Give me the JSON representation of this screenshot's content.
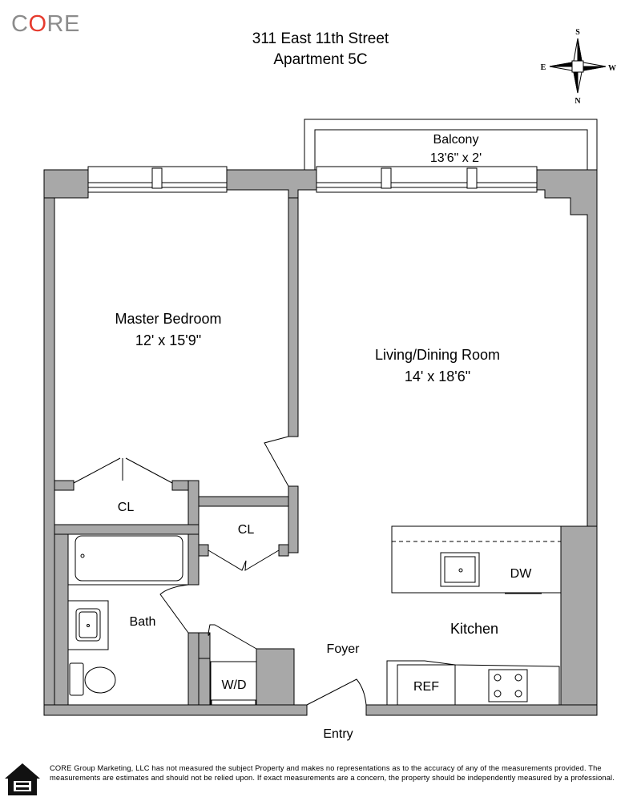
{
  "brand": {
    "logo_text": "CORE",
    "logo_parts": [
      "C",
      "O",
      "RE"
    ],
    "accent_color": "#e63b2e",
    "gray_color": "#8c8c8c"
  },
  "header": {
    "address": "311 East 11th Street",
    "unit": "Apartment 5C"
  },
  "compass": {
    "north": "N",
    "south": "S",
    "east": "E",
    "west": "W"
  },
  "rooms": {
    "balcony": {
      "name": "Balcony",
      "dims": "13'6\" x 2'"
    },
    "master_bedroom": {
      "name": "Master Bedroom",
      "dims": "12' x 15'9\""
    },
    "living_dining": {
      "name": "Living/Dining Room",
      "dims": "14' x 18'6\""
    },
    "closet_bedroom": {
      "name": "CL"
    },
    "closet_hall": {
      "name": "CL"
    },
    "bath": {
      "name": "Bath"
    },
    "kitchen": {
      "name": "Kitchen"
    },
    "foyer": {
      "name": "Foyer"
    },
    "entry": {
      "name": "Entry"
    }
  },
  "fixtures": {
    "dishwasher": "DW",
    "refrigerator": "REF",
    "washer_dryer": "W/D"
  },
  "colors": {
    "wall": "#a8a8a8"
  },
  "footer": {
    "disclaimer": "CORE Group Marketing, LLC has not measured the subject Property and makes no representations as to the accuracy of any of the measurements provided. The measurements are estimates and should not be relied upon. If exact measurements are a concern, the property should be independently measured by a professional.",
    "icon": "equal-housing-opportunity-icon"
  }
}
